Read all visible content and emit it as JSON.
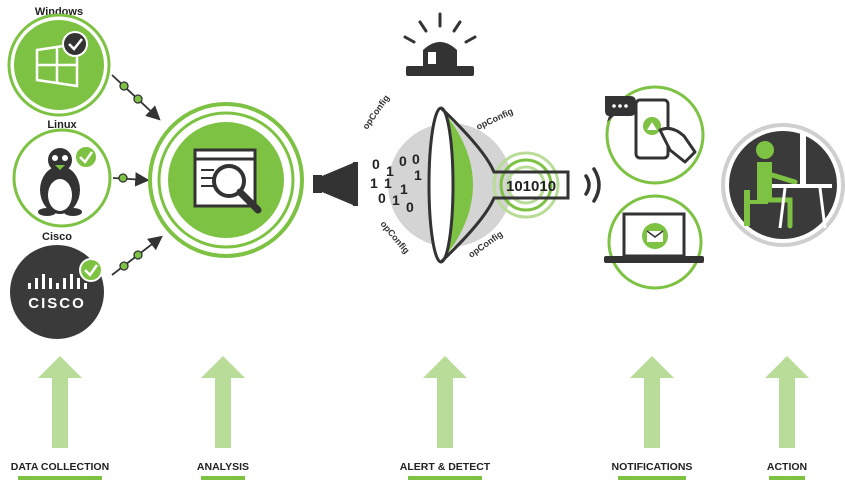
{
  "sources": {
    "windows": {
      "label": "Windows",
      "icon": "windows-logo-icon",
      "status_icon": "check-icon"
    },
    "linux": {
      "label": "Linux",
      "icon": "tux-penguin-icon",
      "status_icon": "check-icon"
    },
    "cisco": {
      "label": "Cisco",
      "logo_text": "CISCO",
      "status_icon": "check-icon"
    }
  },
  "funnel": {
    "input_bits": [
      "0",
      "1",
      "0",
      "0",
      "1",
      "1",
      "1",
      "1",
      "0",
      "1",
      "0"
    ],
    "output_bits": "101010",
    "tags": [
      "opConfig",
      "opConfig",
      "opConfig",
      "opConfig"
    ]
  },
  "stages": [
    {
      "id": "data-collection",
      "label": "DATA COLLECTION"
    },
    {
      "id": "analysis",
      "label": "ANALYSIS"
    },
    {
      "id": "alert-detect",
      "label": "ALERT & DETECT"
    },
    {
      "id": "notifications",
      "label": "NOTIFICATIONS"
    },
    {
      "id": "action",
      "label": "ACTION"
    }
  ],
  "colors": {
    "accent_green": "#7dc243",
    "light_green": "#b9dc99",
    "dark": "#333333",
    "grey": "#cfcfcf"
  },
  "icons": [
    "analysis-magnifier-icon",
    "megaphone-icon",
    "alarm-beacon-icon",
    "funnel-icon",
    "signal-waves-icon",
    "smartphone-notification-icon",
    "laptop-email-icon",
    "person-at-desk-icon",
    "up-arrow-icon"
  ]
}
